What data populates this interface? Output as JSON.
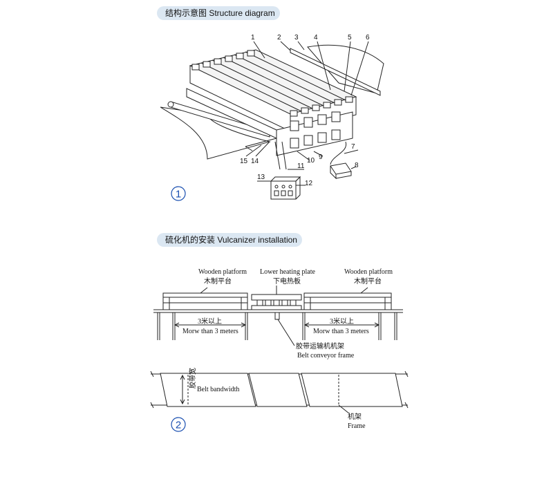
{
  "sections": [
    {
      "title": "结构示意图 Structure diagram",
      "number": "1"
    },
    {
      "title": "硫化机的安装 Vulcanizer installation",
      "number": "2"
    }
  ],
  "structure": {
    "callouts": [
      "1",
      "2",
      "3",
      "4",
      "5",
      "6",
      "7",
      "8",
      "9",
      "10",
      "11",
      "12",
      "13",
      "14",
      "15"
    ]
  },
  "installation": {
    "wooden_platform_en": "Wooden platform",
    "wooden_platform_cn": "木制平台",
    "lower_heating_plate_en": "Lower heating plate",
    "lower_heating_plate_cn": "下电热板",
    "distance_cn": "3米以上",
    "distance_en": "Morw than 3 meters",
    "conveyor_frame_cn": "胶带运输机机架",
    "conveyor_frame_en": "Belt conveyor frame",
    "belt_bandwidth_cn": "胶带宽",
    "belt_bandwidth_en": "Belt bandwidth",
    "frame_cn": "机架",
    "frame_en": "Frame"
  }
}
